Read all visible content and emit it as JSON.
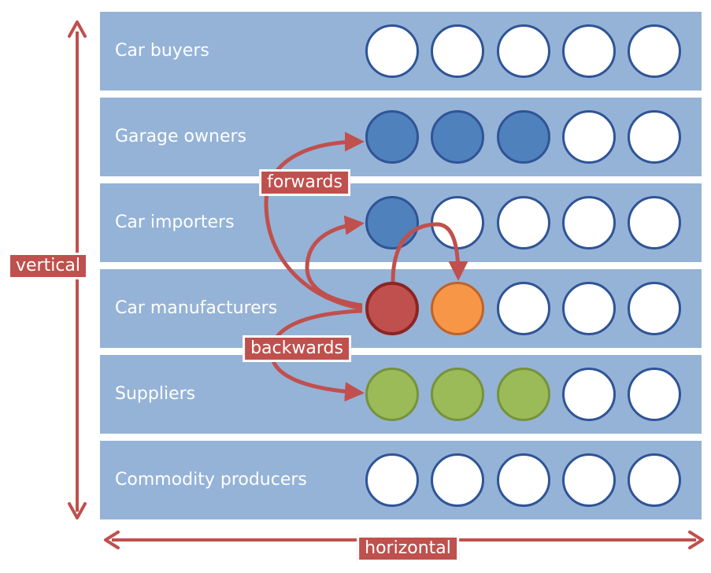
{
  "tiers": [
    {
      "label": "Car buyers",
      "circles": [
        "white",
        "white",
        "white",
        "white",
        "white"
      ]
    },
    {
      "label": "Garage owners",
      "circles": [
        "blue",
        "blue",
        "blue",
        "white",
        "white"
      ]
    },
    {
      "label": "Car importers",
      "circles": [
        "blue",
        "white",
        "white",
        "white",
        "white"
      ]
    },
    {
      "label": "Car manufacturers",
      "circles": [
        "red",
        "orange",
        "white",
        "white",
        "white"
      ]
    },
    {
      "label": "Suppliers",
      "circles": [
        "green",
        "green",
        "green",
        "white",
        "white"
      ]
    },
    {
      "label": "Commodity producers",
      "circles": [
        "white",
        "white",
        "white",
        "white",
        "white"
      ]
    }
  ],
  "labels": {
    "vertical": "vertical",
    "horizontal": "horizontal",
    "forwards": "forwards",
    "backwards": "backwards"
  },
  "colors": {
    "band": "#95b3d7",
    "blue": "#4f81bd",
    "green": "#9bbb59",
    "orange": "#f79646",
    "red": "#c0504d",
    "arrow": "#c0504d"
  }
}
